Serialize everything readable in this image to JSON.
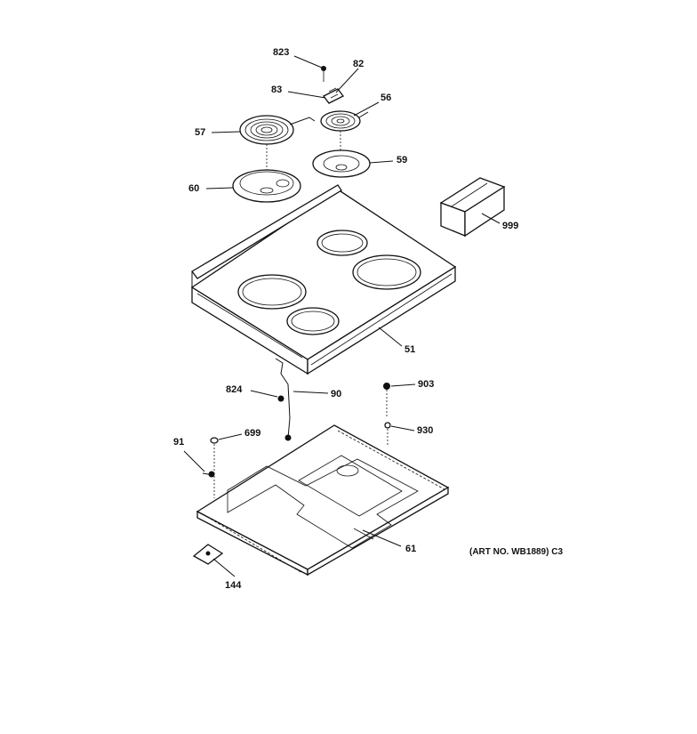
{
  "labels": {
    "p823": "823",
    "p82": "82",
    "p83": "83",
    "p56": "56",
    "p57": "57",
    "p59": "59",
    "p60": "60",
    "p999": "999",
    "p51": "51",
    "p824": "824",
    "p90": "90",
    "p903": "903",
    "p930": "930",
    "p91": "91",
    "p699": "699",
    "p61": "61",
    "p144": "144"
  },
  "art_number": "(ART NO. WB1889) C3",
  "colors": {
    "ink": "#111111",
    "paper": "#ffffff"
  }
}
